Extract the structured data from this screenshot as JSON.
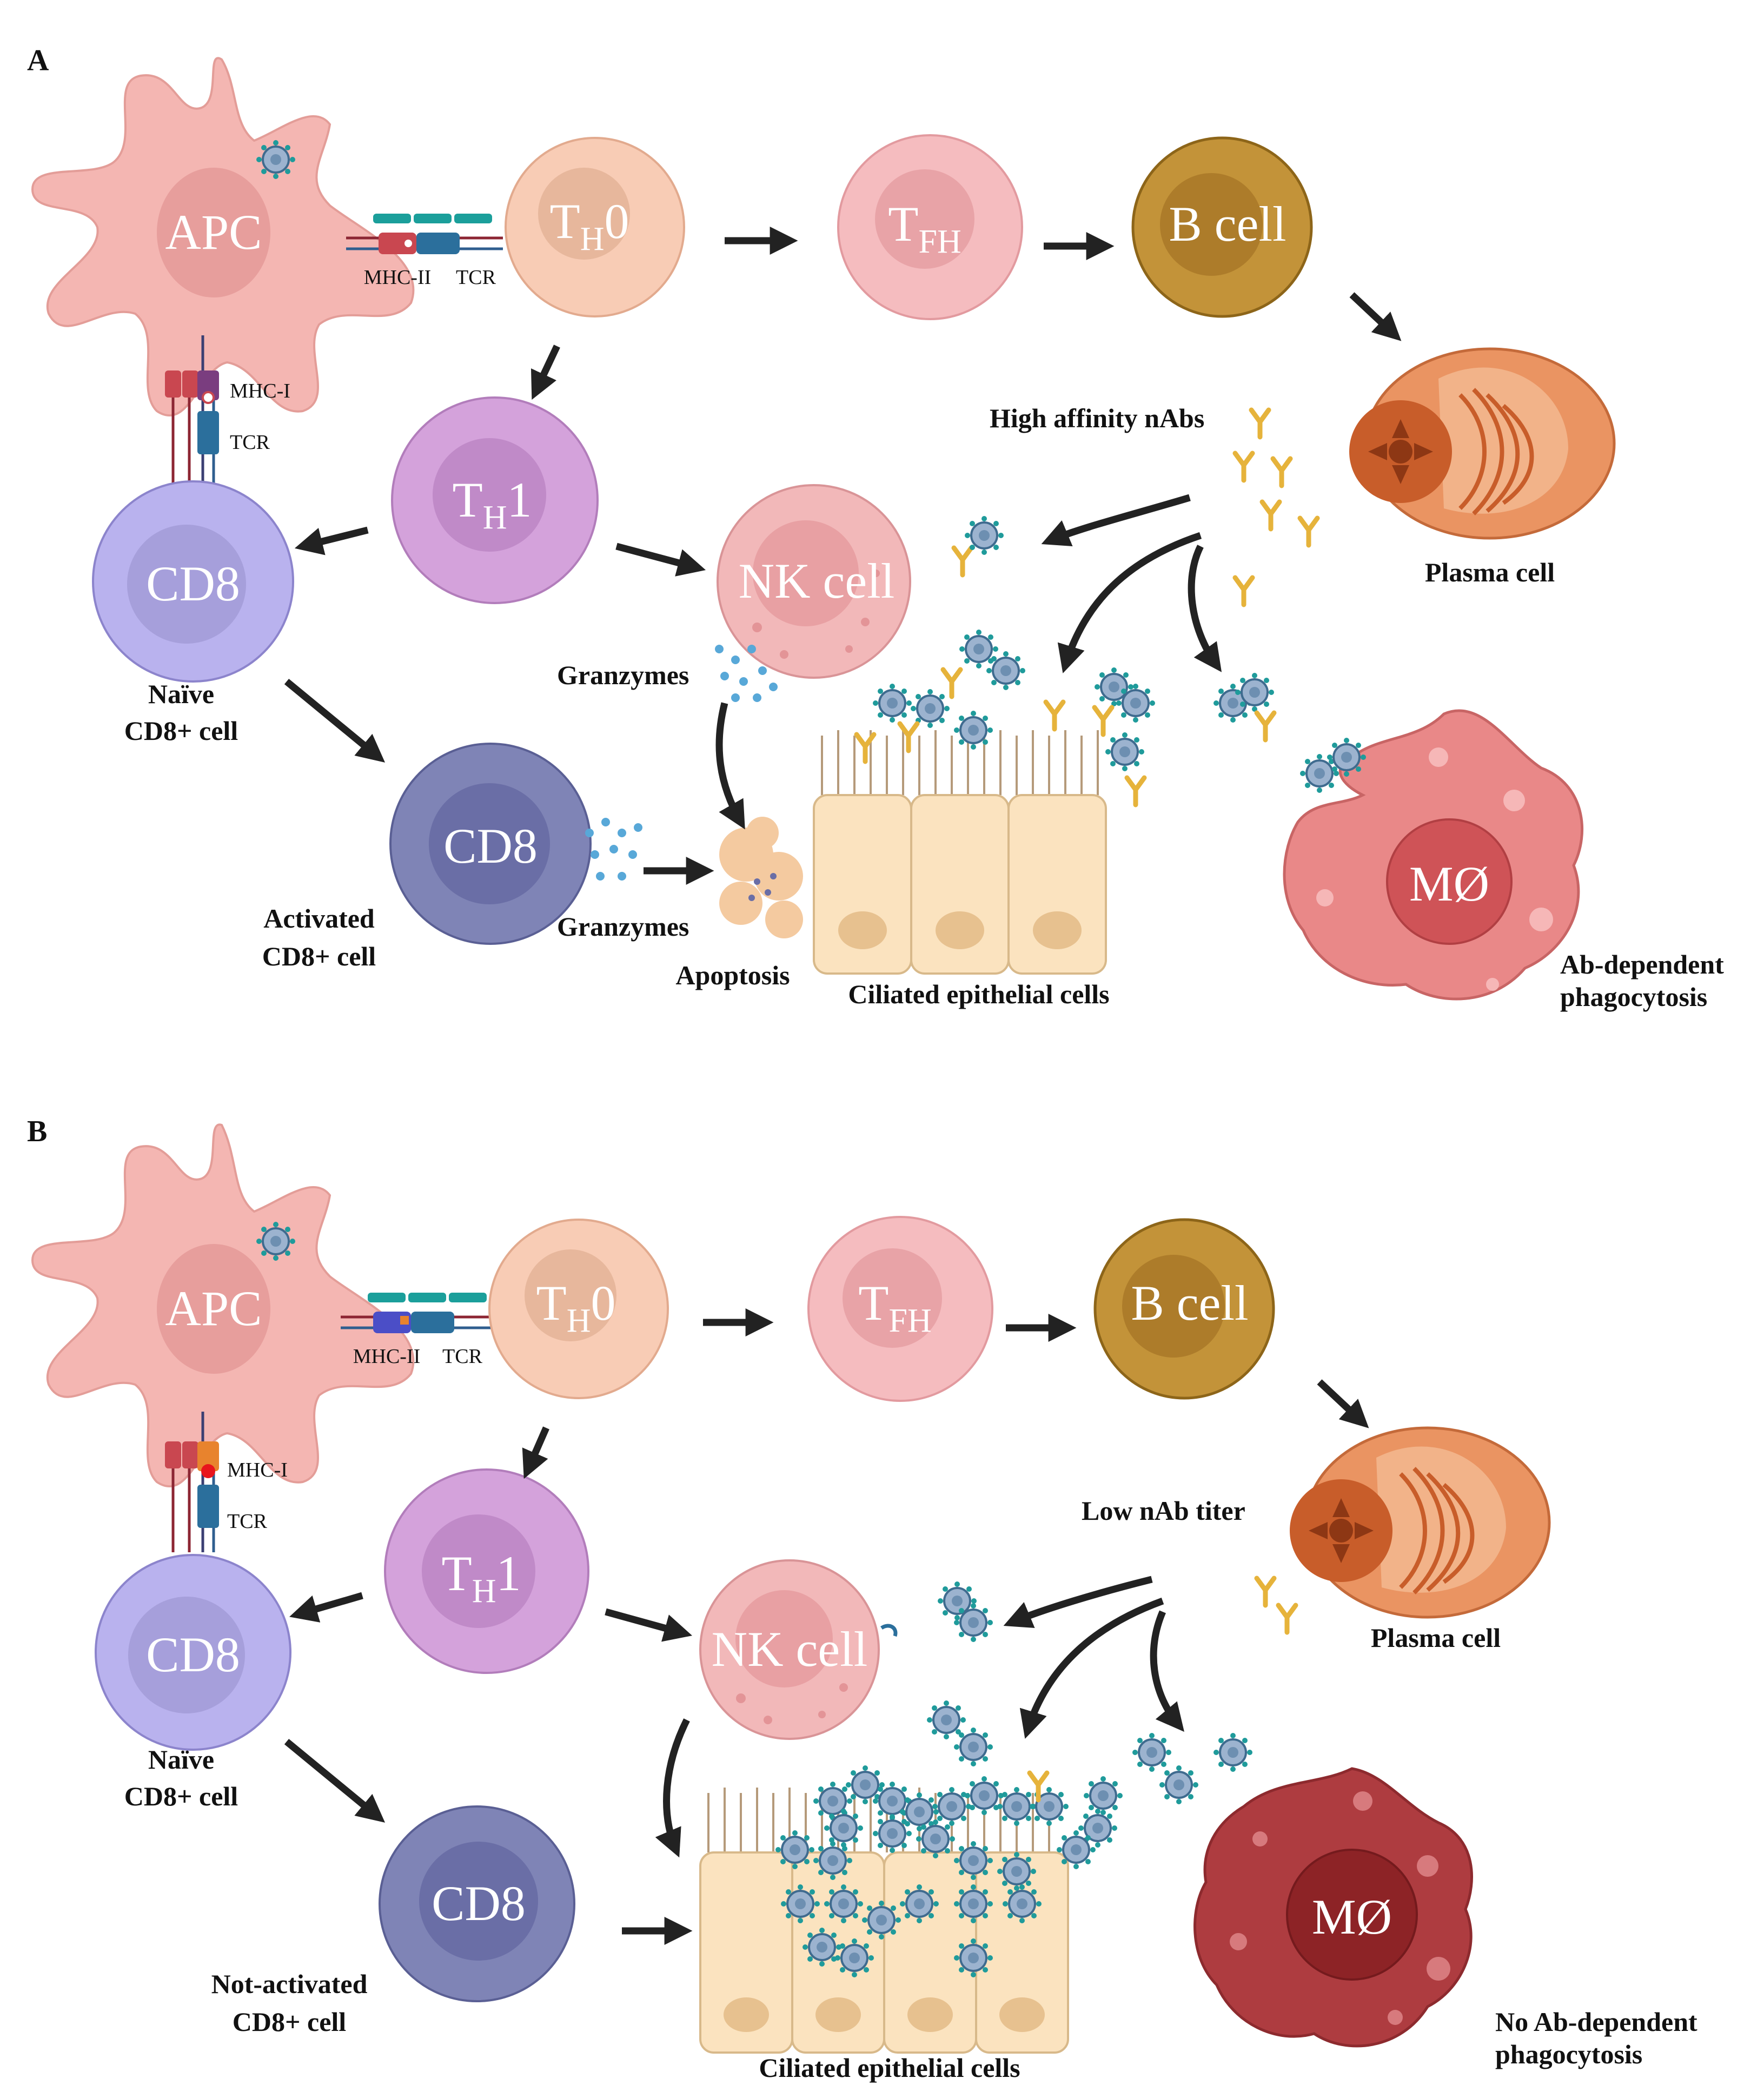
{
  "panels": [
    {
      "letter": "A",
      "apc": "APC",
      "mhc2": "MHC-II",
      "tcr_top": "TCR",
      "mhc1": "MHC-I",
      "tcr_side": "TCR",
      "th0_main": "T",
      "th0_sub": "H",
      "th0_tail": "0",
      "tfh_main": "T",
      "tfh_sub": "FH",
      "bcell": "B cell",
      "th1_main": "T",
      "th1_sub": "H",
      "th1_tail": "1",
      "cd8_naive": "CD8",
      "naive_caption_1": "Naïve",
      "naive_caption_2": "CD8+ cell",
      "nk": "NK cell",
      "granzymes_nk": "Granzymes",
      "cd8_active": "CD8",
      "active_caption_1": "Activated",
      "active_caption_2": "CD8+ cell",
      "granzymes_cd8": "Granzymes",
      "apoptosis": "Apoptosis",
      "epithelial": "Ciliated epithelial cells",
      "antibody_label": "High affinity nAbs",
      "plasma": "Plasma cell",
      "mo": "MØ",
      "mo_caption_1": "Ab-dependent",
      "mo_caption_2": "phagocytosis"
    },
    {
      "letter": "B",
      "apc": "APC",
      "mhc2": "MHC-II",
      "tcr_top": "TCR",
      "mhc1": "MHC-I",
      "tcr_side": "TCR",
      "th0_main": "T",
      "th0_sub": "H",
      "th0_tail": "0",
      "tfh_main": "T",
      "tfh_sub": "FH",
      "bcell": "B cell",
      "th1_main": "T",
      "th1_sub": "H",
      "th1_tail": "1",
      "cd8_naive": "CD8",
      "naive_caption_1": "Naïve",
      "naive_caption_2": "CD8+ cell",
      "nk": "NK cell",
      "cd8_active": "CD8",
      "active_caption_1": "Not-activated",
      "active_caption_2": "CD8+ cell",
      "epithelial": "Ciliated epithelial cells",
      "antibody_label": "Low nAb titer",
      "plasma": "Plasma cell",
      "mo": "MØ",
      "mo_caption_1": "No Ab-dependent",
      "mo_caption_2": "phagocytosis"
    }
  ],
  "colors": {
    "apc": "#f4b6b2",
    "th0": "#f8ccb5",
    "tfh": "#f5bcbf",
    "bcell": "#c39339",
    "plasma": "#ea9462",
    "th1": "#d4a2db",
    "cd8_naive": "#b9b2ee",
    "cd8_active": "#7f84b6",
    "nk": "#f2b8b9",
    "mo_a": "#e98888",
    "mo_b": "#ae3c40",
    "epithelium": "#fbe3bf",
    "antibody": "#e6b33b",
    "virus": "#6d8fb1"
  }
}
